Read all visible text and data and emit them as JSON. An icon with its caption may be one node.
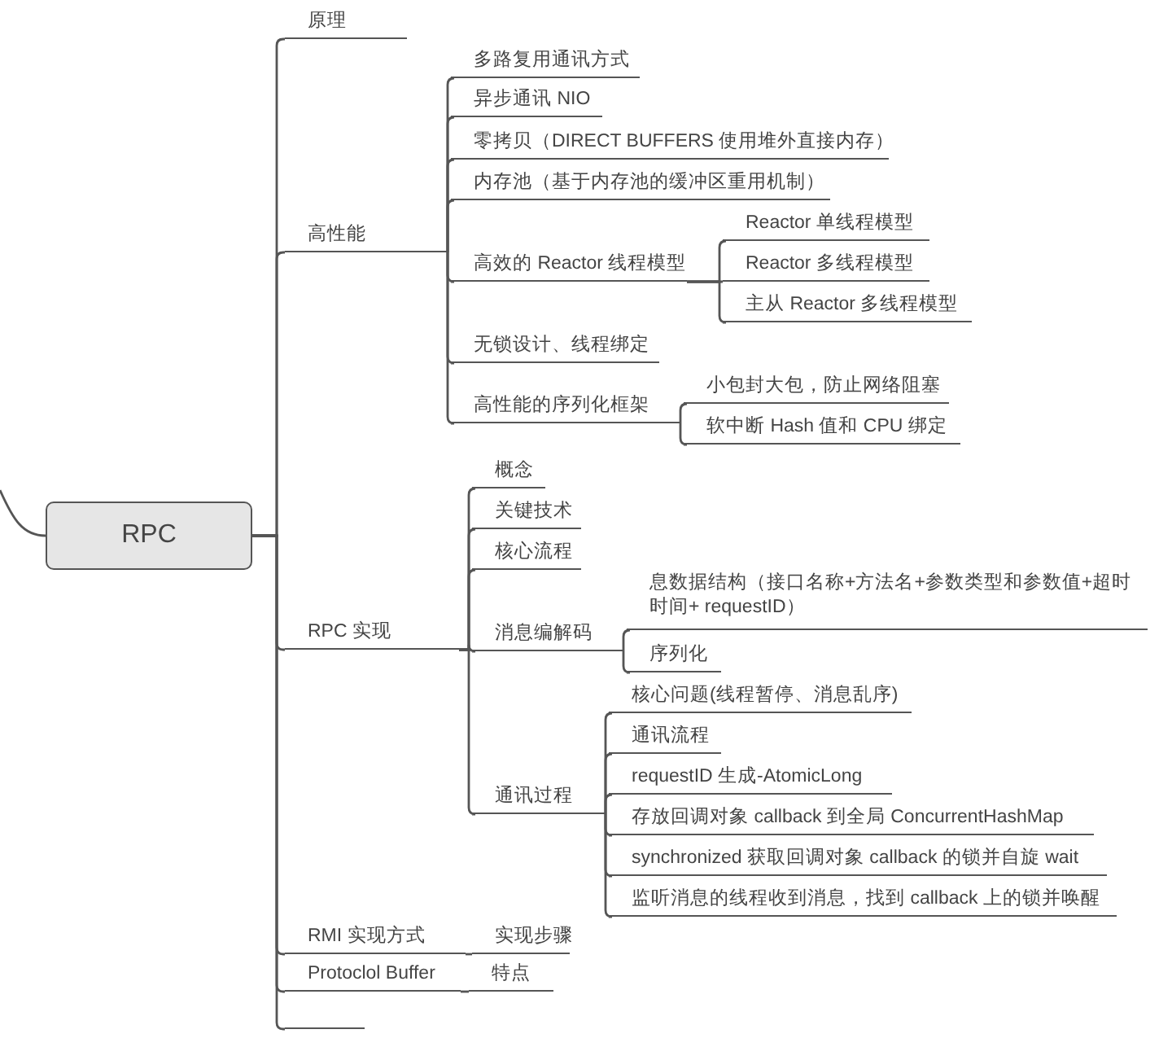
{
  "diagram": {
    "nodes": [
      {
        "text": [
          "RPC"
        ]
      },
      {
        "text": [
          "原理"
        ]
      },
      {
        "text": [
          "高性能"
        ]
      },
      {
        "text": [
          "多路复用通讯方式"
        ]
      },
      {
        "text": [
          "异步通讯 NIO"
        ]
      },
      {
        "text": [
          "零拷贝（DIRECT BUFFERS 使用堆外直接内存）"
        ]
      },
      {
        "text": [
          "内存池（基于内存池的缓冲区重用机制）"
        ]
      },
      {
        "text": [
          "高效的 Reactor 线程模型"
        ]
      },
      {
        "text": [
          "Reactor 单线程模型"
        ]
      },
      {
        "text": [
          "Reactor 多线程模型"
        ]
      },
      {
        "text": [
          "主从 Reactor 多线程模型"
        ]
      },
      {
        "text": [
          "无锁设计、线程绑定"
        ]
      },
      {
        "text": [
          "高性能的序列化框架"
        ]
      },
      {
        "text": [
          "小包封大包，防止网络阻塞"
        ]
      },
      {
        "text": [
          "软中断 Hash 值和 CPU 绑定"
        ]
      },
      {
        "text": [
          "RPC 实现"
        ]
      },
      {
        "text": [
          "概念"
        ]
      },
      {
        "text": [
          "关键技术"
        ]
      },
      {
        "text": [
          "核心流程"
        ]
      },
      {
        "text": [
          "消息编解码"
        ]
      },
      {
        "text": [
          "息数据结构（接口名称+方法名+参数类型和参数值+超时时间+ requestID）"
        ]
      },
      {
        "text": [
          "序列化"
        ]
      },
      {
        "text": [
          "通讯过程"
        ]
      },
      {
        "text": [
          "核心问题(线程暂停、消息乱序)"
        ]
      },
      {
        "text": [
          "通讯流程"
        ]
      },
      {
        "text": [
          "requestID 生成-AtomicLong"
        ]
      },
      {
        "text": [
          "存放回调对象 callback 到全局 ConcurrentHashMap"
        ]
      },
      {
        "text": [
          "synchronized 获取回调对象 callback 的锁并自旋 wait"
        ]
      },
      {
        "text": [
          "监听消息的线程收到消息，找到 callback 上的锁并唤醒"
        ]
      },
      {
        "text": [
          "RMI 实现方式"
        ]
      },
      {
        "text": [
          "实现步骤"
        ]
      },
      {
        "text": [
          "Protoclol Buffer"
        ]
      },
      {
        "text": [
          "特点"
        ]
      },
      {
        "text": [],
        "shape": "line"
      }
    ],
    "edges": [
      {
        "from": null,
        "to": 0,
        "arrow": "none"
      },
      {
        "from": 0,
        "to": 1,
        "arrow": "none"
      },
      {
        "from": 0,
        "to": 2,
        "arrow": "none"
      },
      {
        "from": 0,
        "to": 15,
        "arrow": "none"
      },
      {
        "from": 0,
        "to": 29,
        "arrow": "none"
      },
      {
        "from": 0,
        "to": 31,
        "arrow": "none"
      },
      {
        "from": 0,
        "to": 33,
        "arrow": "none"
      },
      {
        "from": 2,
        "to": 3,
        "arrow": "none"
      },
      {
        "from": 2,
        "to": 4,
        "arrow": "none"
      },
      {
        "from": 2,
        "to": 5,
        "arrow": "none"
      },
      {
        "from": 2,
        "to": 6,
        "arrow": "none"
      },
      {
        "from": 2,
        "to": 7,
        "arrow": "none"
      },
      {
        "from": 2,
        "to": 11,
        "arrow": "none"
      },
      {
        "from": 2,
        "to": 12,
        "arrow": "none"
      },
      {
        "from": 7,
        "to": 8,
        "arrow": "none"
      },
      {
        "from": 7,
        "to": 9,
        "arrow": "none"
      },
      {
        "from": 7,
        "to": 10,
        "arrow": "none"
      },
      {
        "from": 12,
        "to": 13,
        "arrow": "none"
      },
      {
        "from": 12,
        "to": 14,
        "arrow": "none"
      },
      {
        "from": 15,
        "to": 16,
        "arrow": "none"
      },
      {
        "from": 15,
        "to": 17,
        "arrow": "none"
      },
      {
        "from": 15,
        "to": 18,
        "arrow": "none"
      },
      {
        "from": 15,
        "to": 19,
        "arrow": "none"
      },
      {
        "from": 15,
        "to": 22,
        "arrow": "none"
      },
      {
        "from": 19,
        "to": 20,
        "arrow": "none"
      },
      {
        "from": 19,
        "to": 21,
        "arrow": "none"
      },
      {
        "from": 22,
        "to": 23,
        "arrow": "none"
      },
      {
        "from": 22,
        "to": 24,
        "arrow": "none"
      },
      {
        "from": 22,
        "to": 25,
        "arrow": "none"
      },
      {
        "from": 22,
        "to": 26,
        "arrow": "none"
      },
      {
        "from": 22,
        "to": 27,
        "arrow": "none"
      },
      {
        "from": 22,
        "to": 28,
        "arrow": "none"
      },
      {
        "from": 29,
        "to": 30,
        "arrow": "none"
      },
      {
        "from": 31,
        "to": 32,
        "arrow": "none"
      }
    ]
  }
}
